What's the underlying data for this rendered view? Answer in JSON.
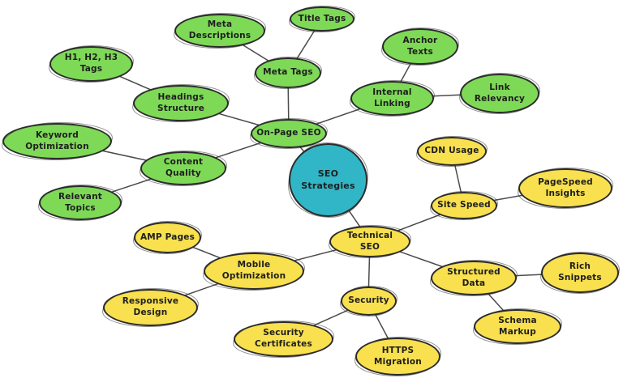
{
  "colors": {
    "center-fill": "#31b6c7",
    "green-fill": "#7ed957",
    "yellow-fill": "#f8e04e",
    "node-border": "#2b2b2b",
    "edge": "#4a4a4a",
    "text": "#1e1e1e",
    "background": "#ffffff"
  },
  "nodes": {
    "seo_strategies": {
      "label": "SEO\nStrategies"
    },
    "on_page_seo": {
      "label": "On-Page SEO"
    },
    "meta_tags": {
      "label": "Meta Tags"
    },
    "meta_descriptions": {
      "label": "Meta\nDescriptions"
    },
    "title_tags": {
      "label": "Title Tags"
    },
    "internal_linking": {
      "label": "Internal\nLinking"
    },
    "anchor_texts": {
      "label": "Anchor\nTexts"
    },
    "link_relevancy": {
      "label": "Link\nRelevancy"
    },
    "headings_structure": {
      "label": "Headings\nStructure"
    },
    "h1_h2_h3_tags": {
      "label": "H1, H2, H3\nTags"
    },
    "content_quality": {
      "label": "Content\nQuality"
    },
    "keyword_optimization": {
      "label": "Keyword\nOptimization"
    },
    "relevant_topics": {
      "label": "Relevant\nTopics"
    },
    "technical_seo": {
      "label": "Technical\nSEO"
    },
    "site_speed": {
      "label": "Site Speed"
    },
    "cdn_usage": {
      "label": "CDN Usage"
    },
    "pagespeed_insights": {
      "label": "PageSpeed\nInsights"
    },
    "mobile_optimization": {
      "label": "Mobile\nOptimization"
    },
    "amp_pages": {
      "label": "AMP Pages"
    },
    "responsive_design": {
      "label": "Responsive\nDesign"
    },
    "security": {
      "label": "Security"
    },
    "security_certificates": {
      "label": "Security\nCertificates"
    },
    "https_migration": {
      "label": "HTTPS\nMigration"
    },
    "structured_data": {
      "label": "Structured\nData"
    },
    "rich_snippets": {
      "label": "Rich\nSnippets"
    },
    "schema_markup": {
      "label": "Schema\nMarkup"
    }
  },
  "edges": [
    {
      "from": "seo_strategies",
      "to": "on_page_seo"
    },
    {
      "from": "seo_strategies",
      "to": "technical_seo"
    },
    {
      "from": "on_page_seo",
      "to": "meta_tags"
    },
    {
      "from": "on_page_seo",
      "to": "internal_linking"
    },
    {
      "from": "on_page_seo",
      "to": "headings_structure"
    },
    {
      "from": "on_page_seo",
      "to": "content_quality"
    },
    {
      "from": "meta_tags",
      "to": "meta_descriptions"
    },
    {
      "from": "meta_tags",
      "to": "title_tags"
    },
    {
      "from": "internal_linking",
      "to": "anchor_texts"
    },
    {
      "from": "internal_linking",
      "to": "link_relevancy"
    },
    {
      "from": "headings_structure",
      "to": "h1_h2_h3_tags"
    },
    {
      "from": "content_quality",
      "to": "keyword_optimization"
    },
    {
      "from": "content_quality",
      "to": "relevant_topics"
    },
    {
      "from": "technical_seo",
      "to": "site_speed"
    },
    {
      "from": "technical_seo",
      "to": "mobile_optimization"
    },
    {
      "from": "technical_seo",
      "to": "security"
    },
    {
      "from": "technical_seo",
      "to": "structured_data"
    },
    {
      "from": "site_speed",
      "to": "cdn_usage"
    },
    {
      "from": "site_speed",
      "to": "pagespeed_insights"
    },
    {
      "from": "mobile_optimization",
      "to": "amp_pages"
    },
    {
      "from": "mobile_optimization",
      "to": "responsive_design"
    },
    {
      "from": "security",
      "to": "security_certificates"
    },
    {
      "from": "security",
      "to": "https_migration"
    },
    {
      "from": "structured_data",
      "to": "rich_snippets"
    },
    {
      "from": "structured_data",
      "to": "schema_markup"
    }
  ]
}
